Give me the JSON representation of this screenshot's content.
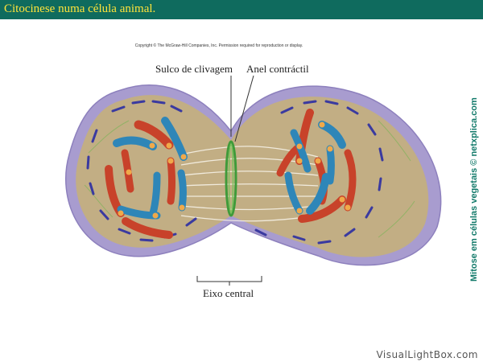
{
  "header": {
    "title": "Citocinese numa célula animal.",
    "bg_color": "#0f6b5e",
    "text_color": "#ffe33a"
  },
  "figure": {
    "copyright": "Copyright © The McGraw-Hill Companies, Inc. Permission required for reproduction or display.",
    "labels": {
      "cleavage_furrow": "Sulco de clivagem",
      "contractile_ring": "Anel contráctil",
      "central_axis": "Eixo central"
    }
  },
  "side_credit": "Mitose em células vegetais © netxplica.com",
  "watermark": "VisualLightBox.com",
  "colors": {
    "membrane": "#a89ccf",
    "cytoplasm": "#c2ae84",
    "chromosome_red": "#c8422a",
    "chromosome_blue": "#2e86b8",
    "centromere": "#f0a94a",
    "ring": "#3f9b3a"
  }
}
